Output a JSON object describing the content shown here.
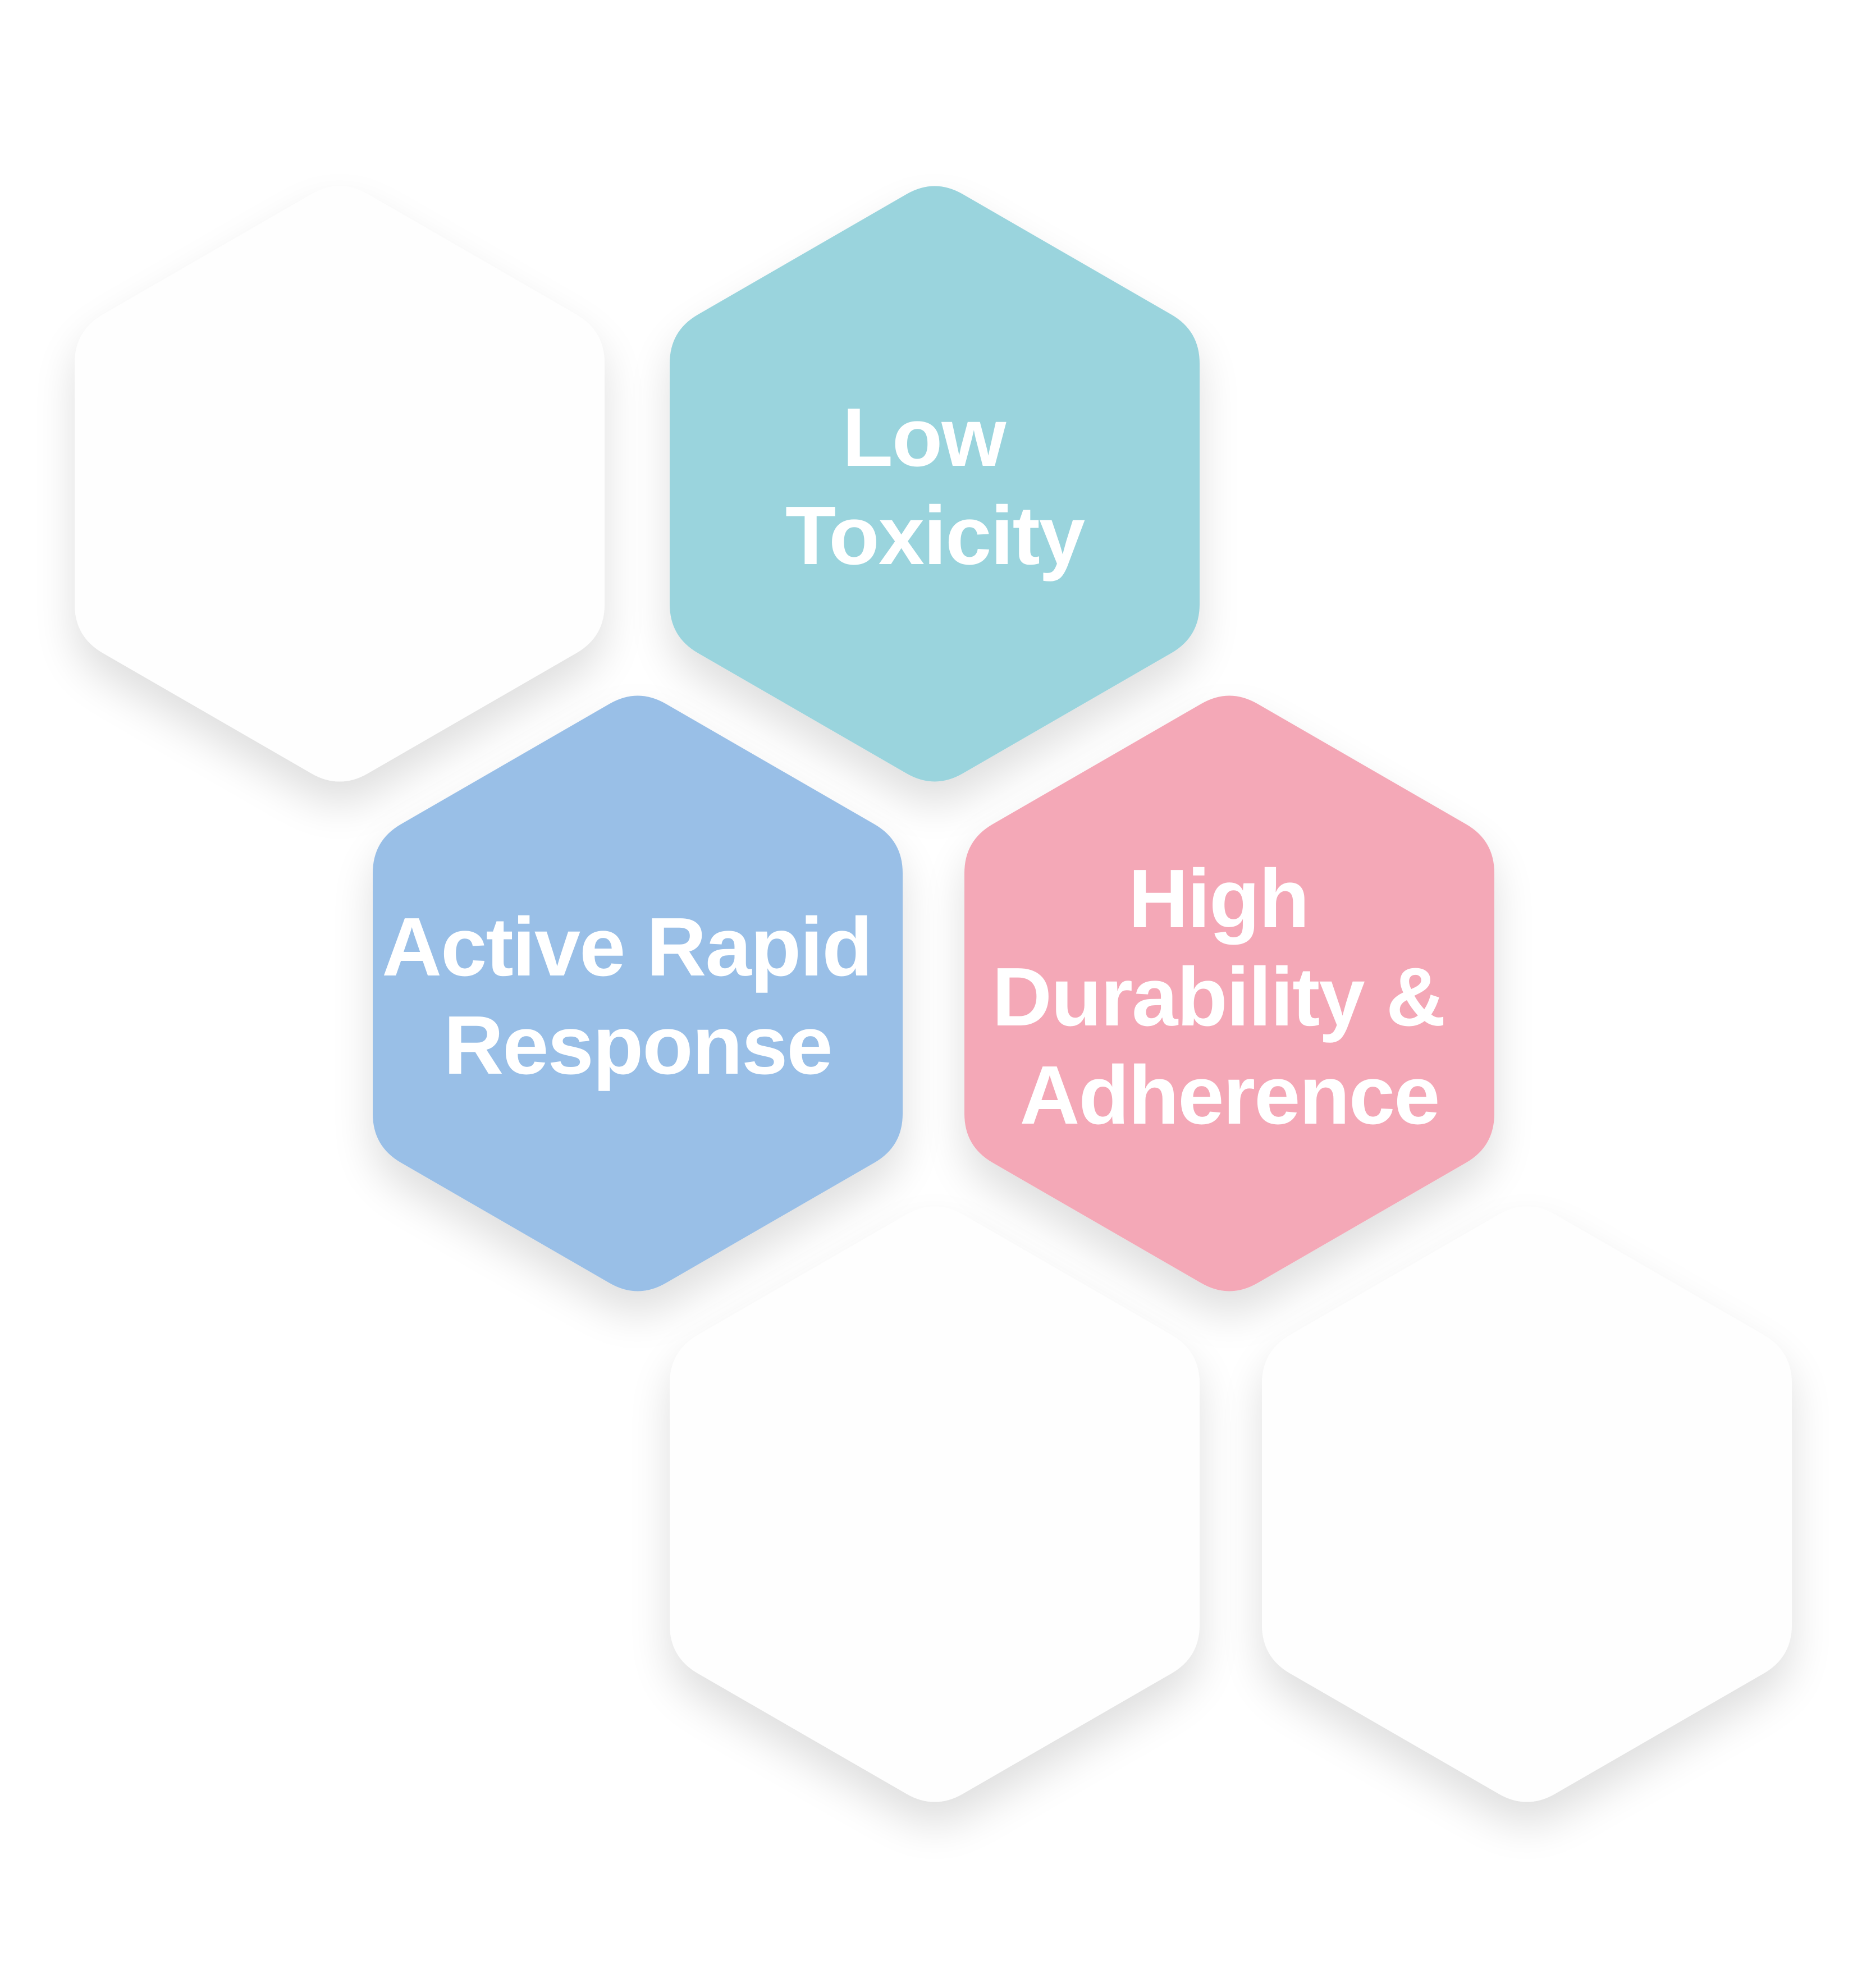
{
  "colors": {
    "background": "#ffffff",
    "empty_hex": "#fefefe",
    "teal": "#9ad4dd",
    "blue": "#99bfe7",
    "pink": "#f4a8b7",
    "text": "#ffffff"
  },
  "hexagons": {
    "top_left": {
      "color": "empty_hex",
      "label": []
    },
    "low_toxicity": {
      "color": "teal",
      "label": [
        "Low",
        "Toxicity"
      ]
    },
    "active_rapid_response": {
      "color": "blue",
      "label": [
        "Active Rapid",
        "Response"
      ]
    },
    "high_durability": {
      "color": "pink",
      "label": [
        "High",
        "Durability &",
        "Adherence"
      ]
    },
    "bottom_middle": {
      "color": "empty_hex",
      "label": []
    },
    "bottom_right": {
      "color": "empty_hex",
      "label": []
    }
  }
}
